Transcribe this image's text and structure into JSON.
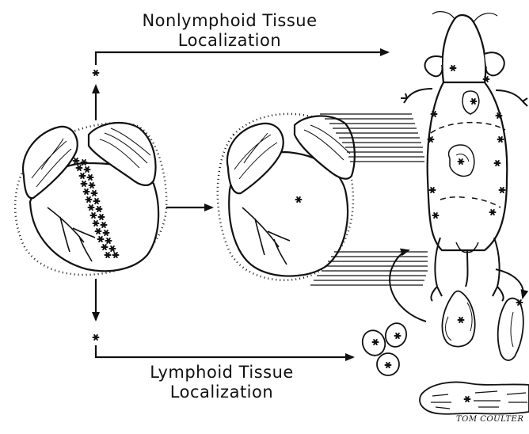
{
  "labels": {
    "top_line1": "Nonlymphoid Tissue",
    "top_line2": "Localization",
    "bottom_line1": "Lymphoid Tissue",
    "bottom_line2": "Localization"
  },
  "signature": "TOM COULTER",
  "icons": {
    "marker": "asterisk",
    "source_heart": "heart-with-asterisk-band",
    "target_heart": "heart-with-single-asterisk",
    "animal": "mouse-dorsal-view",
    "lymphoid_nodes": "lymph-node-ovals",
    "lymphoid_organs": "spleen-and-thymus-lobes"
  },
  "colors": {
    "ink": "#111111",
    "paper": "#ffffff"
  }
}
